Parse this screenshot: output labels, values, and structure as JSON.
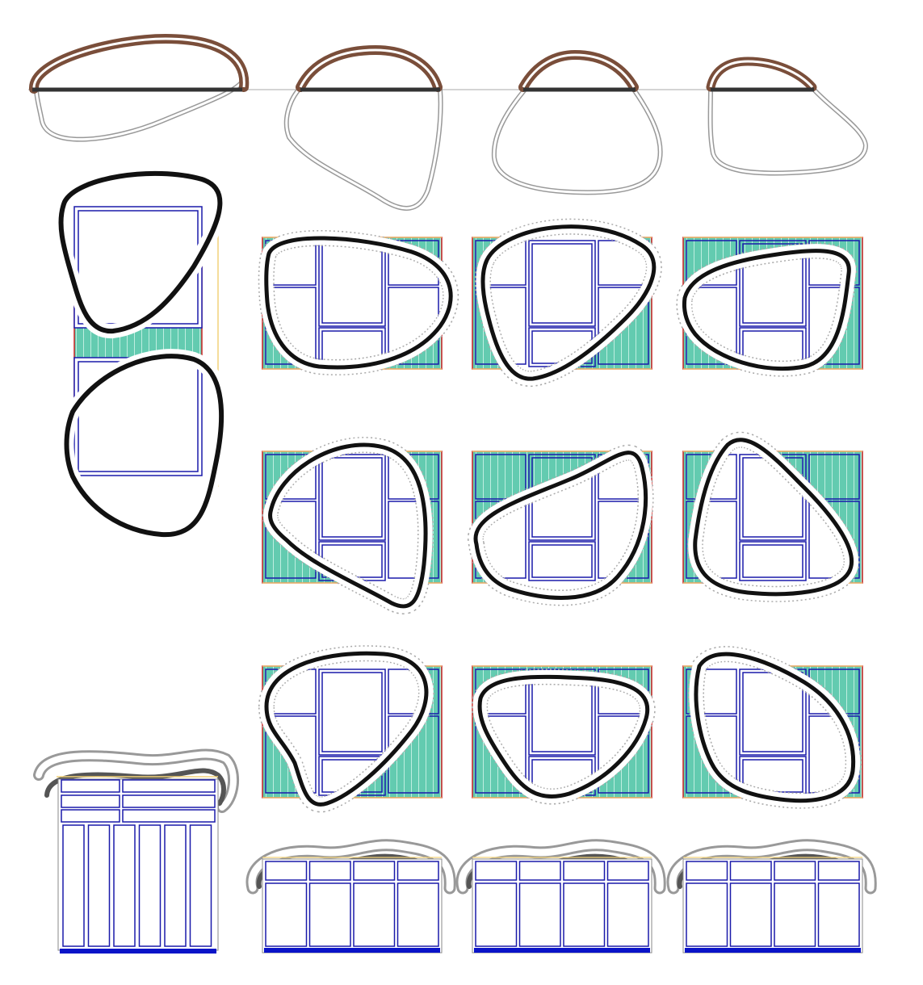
{
  "colors": {
    "background": "#ffffff",
    "blob_outline": "#111111",
    "blob_halo": "#ffffff",
    "blob_halo_edge": "#9a9a9a",
    "cap_brown": "#7a4e3a",
    "baseline_dark": "#333333",
    "baseline_light": "#bbbbbb",
    "panel_fill": "#63cbb0",
    "panel_border": "#cc2222",
    "panel_stripe": "#bfeee0",
    "frame_blue": "#1a1aaa",
    "frame_yellow": "#f2d27a",
    "base_blue": "#0a14c8",
    "cap_grey": "#555555"
  },
  "figure": {
    "caps": [
      {
        "id": "cap-1",
        "shape": "wide-flat"
      },
      {
        "id": "cap-2",
        "shape": "rounded"
      },
      {
        "id": "cap-3",
        "shape": "tall-rounded"
      },
      {
        "id": "cap-4",
        "shape": "small-rounded"
      }
    ],
    "panels": [
      {
        "id": "panel-r1-c2",
        "outline": "triangle-right"
      },
      {
        "id": "panel-r1-c3",
        "outline": "triangle-down"
      },
      {
        "id": "panel-r1-c4",
        "outline": "oval-left"
      },
      {
        "id": "panel-r2-c2",
        "outline": "triangle-tall"
      },
      {
        "id": "panel-r2-c3",
        "outline": "tilted-oval"
      },
      {
        "id": "panel-r2-c4",
        "outline": "triangle-up"
      },
      {
        "id": "panel-r3-c2",
        "outline": "triangle-up-left"
      },
      {
        "id": "panel-r3-c3",
        "outline": "oval-down"
      },
      {
        "id": "panel-r3-c4",
        "outline": "triangle-left"
      }
    ],
    "tall_units": [
      {
        "id": "tall-unit-upper",
        "outline": "triangle-up-left"
      },
      {
        "id": "tall-unit-lower",
        "outline": "triangle-left"
      }
    ],
    "cabinets": [
      {
        "id": "cabinet-tall",
        "columns": 6
      },
      {
        "id": "cabinet-1",
        "columns": 4
      },
      {
        "id": "cabinet-2",
        "columns": 4
      },
      {
        "id": "cabinet-3",
        "columns": 4
      }
    ]
  }
}
